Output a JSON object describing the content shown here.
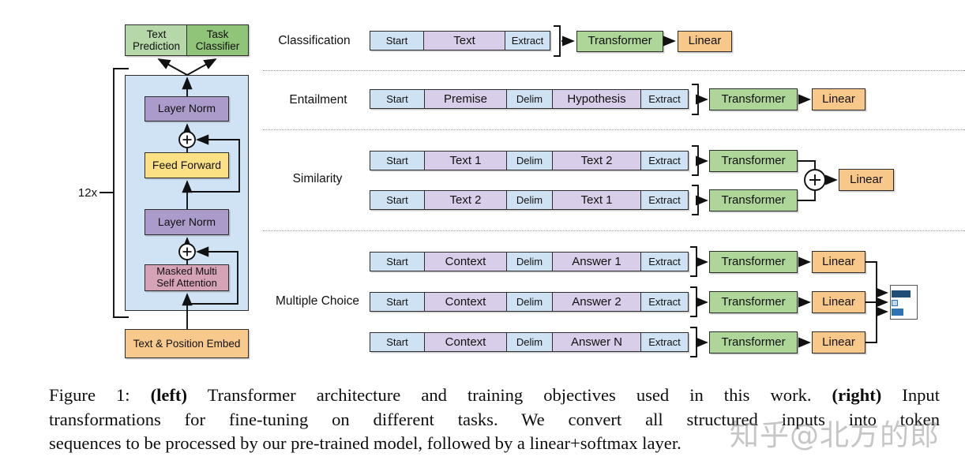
{
  "figure": {
    "left": {
      "repeat_label": "12x",
      "boxes": {
        "text_prediction": "Text Prediction",
        "task_classifier": "Task Classifier",
        "layer_norm_top": "Layer Norm",
        "feed_forward": "Feed Forward",
        "layer_norm_bottom": "Layer Norm",
        "masked_attention": "Masked Multi Self Attention",
        "embed": "Text & Position Embed"
      }
    },
    "right": {
      "classification": {
        "label": "Classification",
        "start": "Start",
        "text": "Text",
        "extract": "Extract",
        "transformer": "Transformer",
        "linear": "Linear"
      },
      "entailment": {
        "label": "Entailment",
        "start": "Start",
        "premise": "Premise",
        "delim": "Delim",
        "hypothesis": "Hypothesis",
        "extract": "Extract",
        "transformer": "Transformer",
        "linear": "Linear"
      },
      "similarity": {
        "label": "Similarity",
        "row1": {
          "start": "Start",
          "text_a": "Text 1",
          "delim": "Delim",
          "text_b": "Text 2",
          "extract": "Extract",
          "transformer": "Transformer"
        },
        "row2": {
          "start": "Start",
          "text_a": "Text 2",
          "delim": "Delim",
          "text_b": "Text 1",
          "extract": "Extract",
          "transformer": "Transformer"
        },
        "linear": "Linear"
      },
      "multiple_choice": {
        "label": "Multiple Choice",
        "rows": [
          {
            "start": "Start",
            "context": "Context",
            "delim": "Delim",
            "answer": "Answer 1",
            "extract": "Extract",
            "transformer": "Transformer",
            "linear": "Linear"
          },
          {
            "start": "Start",
            "context": "Context",
            "delim": "Delim",
            "answer": "Answer 2",
            "extract": "Extract",
            "transformer": "Transformer",
            "linear": "Linear"
          },
          {
            "start": "Start",
            "context": "Context",
            "delim": "Delim",
            "answer": "Answer N",
            "extract": "Extract",
            "transformer": "Transformer",
            "linear": "Linear"
          }
        ]
      }
    },
    "caption": {
      "line1_pre": "Figure 1: ",
      "line1_bold1": "(left)",
      "line1_mid": " Transformer architecture and training objectives used in this work. ",
      "line1_bold2": "(right)",
      "line1_post": " Input",
      "line2": "transformations for fine-tuning on different tasks.  We convert all structured inputs into token",
      "line3": "sequences to be processed by our pre-trained model, followed by a linear+softmax layer."
    },
    "watermark": "知乎@北方的郎",
    "colors": {
      "token_blue": "#cfe2f3",
      "token_purple": "#d9cee9",
      "transformer_green": "#aed698",
      "linear_orange": "#f8c78a",
      "container_blue": "#cfe3f5",
      "layer_norm_purple": "#aa9bcb",
      "feed_forward_yellow": "#fce184",
      "attention_pink": "#d6a2b6",
      "embed_orange": "#f8c98d",
      "text_prediction_green": "#b6d7a8",
      "task_classifier_green": "#90c478",
      "softmax_bar_dark": "#1f4e79",
      "softmax_bar_light": "#bdd7ee",
      "softmax_bar_mid": "#2e74b5"
    }
  }
}
